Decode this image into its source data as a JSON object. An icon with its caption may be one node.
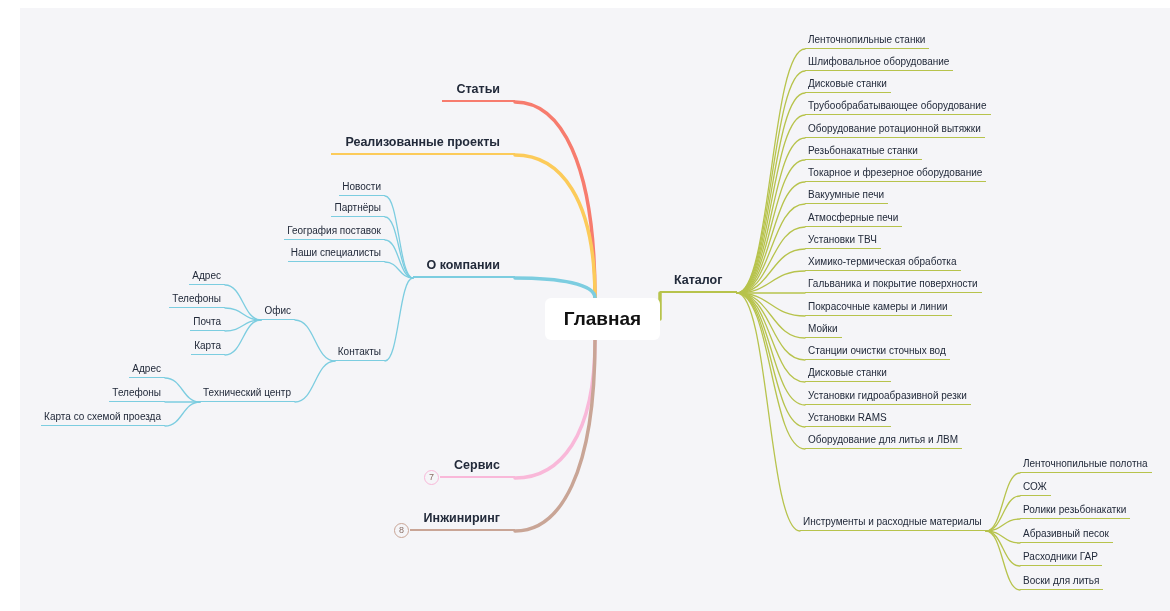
{
  "diagram": {
    "nodes": [
      {
        "text": [
          "Главная"
        ]
      },
      {
        "text": [
          "Статьи"
        ]
      },
      {
        "text": [
          "Реализованные проекты"
        ]
      },
      {
        "text": [
          "О компании"
        ]
      },
      {
        "text": [
          "Новости"
        ]
      },
      {
        "text": [
          "Партнёры"
        ]
      },
      {
        "text": [
          "География поставок"
        ]
      },
      {
        "text": [
          "Наши специалисты"
        ]
      },
      {
        "text": [
          "Контакты"
        ]
      },
      {
        "text": [
          "Офис"
        ]
      },
      {
        "text": [
          "Адрес"
        ]
      },
      {
        "text": [
          "Телефоны"
        ]
      },
      {
        "text": [
          "Почта"
        ]
      },
      {
        "text": [
          "Карта"
        ]
      },
      {
        "text": [
          "Технический центр"
        ]
      },
      {
        "text": [
          "Адрес"
        ]
      },
      {
        "text": [
          "Телефоны"
        ]
      },
      {
        "text": [
          "Карта со схемой проезда"
        ]
      },
      {
        "text": [
          "Сервис"
        ],
        "beside": [
          "7"
        ]
      },
      {
        "text": [
          "Инжиниринг"
        ],
        "beside": [
          "8"
        ]
      },
      {
        "text": [
          "Каталог"
        ]
      },
      {
        "text": [
          "Ленточнопильные станки"
        ]
      },
      {
        "text": [
          "Шлифовальное оборудование"
        ]
      },
      {
        "text": [
          "Дисковые станки"
        ]
      },
      {
        "text": [
          "Трубообрабатывающее оборудование"
        ]
      },
      {
        "text": [
          "Оборудование ротационной вытяжки"
        ]
      },
      {
        "text": [
          "Резьбонакатные станки"
        ]
      },
      {
        "text": [
          "Токарное и фрезерное оборудование"
        ]
      },
      {
        "text": [
          "Вакуумные печи"
        ]
      },
      {
        "text": [
          "Атмосферные печи"
        ]
      },
      {
        "text": [
          "Установки ТВЧ"
        ]
      },
      {
        "text": [
          "Химико-термическая обработка"
        ]
      },
      {
        "text": [
          "Гальваника и покрытие поверхности"
        ]
      },
      {
        "text": [
          "Покрасочные камеры и линии"
        ]
      },
      {
        "text": [
          "Мойки"
        ]
      },
      {
        "text": [
          "Станции очистки сточных вод"
        ]
      },
      {
        "text": [
          "Дисковые станки"
        ]
      },
      {
        "text": [
          "Установки гидроабразивной резки"
        ]
      },
      {
        "text": [
          "Установки RAMS"
        ]
      },
      {
        "text": [
          "Оборудование для литья и ЛВМ"
        ]
      },
      {
        "text": [
          "Инструменты и расходные материалы"
        ]
      },
      {
        "text": [
          "Ленточнопильные полотна"
        ]
      },
      {
        "text": [
          "СОЖ"
        ]
      },
      {
        "text": [
          "Ролики резьбонакатки"
        ]
      },
      {
        "text": [
          "Абразивный песок"
        ]
      },
      {
        "text": [
          "Расходники ГАР"
        ]
      },
      {
        "text": [
          "Воски для литья"
        ]
      }
    ],
    "edges": [
      {
        "from": 0,
        "to": 1,
        "arrow": "none",
        "style": "thick",
        "color": "#f77c6e"
      },
      {
        "from": 0,
        "to": 2,
        "arrow": "none",
        "style": "thick",
        "color": "#fccb5a"
      },
      {
        "from": 0,
        "to": 3,
        "arrow": "none",
        "style": "thick",
        "color": "#7ccde0"
      },
      {
        "from": 3,
        "to": 4,
        "arrow": "none",
        "color": "#7ccde0"
      },
      {
        "from": 3,
        "to": 5,
        "arrow": "none",
        "color": "#7ccde0"
      },
      {
        "from": 3,
        "to": 6,
        "arrow": "none",
        "color": "#7ccde0"
      },
      {
        "from": 3,
        "to": 7,
        "arrow": "none",
        "color": "#7ccde0"
      },
      {
        "from": 3,
        "to": 8,
        "arrow": "none",
        "color": "#7ccde0"
      },
      {
        "from": 8,
        "to": 9,
        "arrow": "none",
        "color": "#7ccde0"
      },
      {
        "from": 9,
        "to": 10,
        "arrow": "none",
        "color": "#7ccde0"
      },
      {
        "from": 9,
        "to": 11,
        "arrow": "none",
        "color": "#7ccde0"
      },
      {
        "from": 9,
        "to": 12,
        "arrow": "none",
        "color": "#7ccde0"
      },
      {
        "from": 9,
        "to": 13,
        "arrow": "none",
        "color": "#7ccde0"
      },
      {
        "from": 8,
        "to": 14,
        "arrow": "none",
        "color": "#7ccde0"
      },
      {
        "from": 14,
        "to": 15,
        "arrow": "none",
        "color": "#7ccde0"
      },
      {
        "from": 14,
        "to": 16,
        "arrow": "none",
        "color": "#7ccde0"
      },
      {
        "from": 14,
        "to": 17,
        "arrow": "none",
        "color": "#7ccde0"
      },
      {
        "from": 0,
        "to": 18,
        "arrow": "none",
        "style": "thick",
        "color": "#f9b8d9"
      },
      {
        "from": 0,
        "to": 19,
        "arrow": "none",
        "style": "thick",
        "color": "#c9a596"
      },
      {
        "from": 0,
        "to": 20,
        "arrow": "none",
        "style": "thick"
      },
      {
        "from": 20,
        "to": 21,
        "arrow": "none"
      },
      {
        "from": 20,
        "to": 22,
        "arrow": "none"
      },
      {
        "from": 20,
        "to": 23,
        "arrow": "none"
      },
      {
        "from": 20,
        "to": 24,
        "arrow": "none"
      },
      {
        "from": 20,
        "to": 25,
        "arrow": "none"
      },
      {
        "from": 20,
        "to": 26,
        "arrow": "none"
      },
      {
        "from": 20,
        "to": 27,
        "arrow": "none"
      },
      {
        "from": 20,
        "to": 28,
        "arrow": "none"
      },
      {
        "from": 20,
        "to": 29,
        "arrow": "none"
      },
      {
        "from": 20,
        "to": 30,
        "arrow": "none"
      },
      {
        "from": 20,
        "to": 31,
        "arrow": "none"
      },
      {
        "from": 20,
        "to": 32,
        "arrow": "none"
      },
      {
        "from": 20,
        "to": 33,
        "arrow": "none"
      },
      {
        "from": 20,
        "to": 34,
        "arrow": "none"
      },
      {
        "from": 20,
        "to": 35,
        "arrow": "none"
      },
      {
        "from": 20,
        "to": 36,
        "arrow": "none"
      },
      {
        "from": 20,
        "to": 37,
        "arrow": "none"
      },
      {
        "from": 20,
        "to": 38,
        "arrow": "none"
      },
      {
        "from": 20,
        "to": 39,
        "arrow": "none"
      },
      {
        "from": 20,
        "to": 40,
        "arrow": "none"
      },
      {
        "from": 40,
        "to": 41,
        "arrow": "none"
      },
      {
        "from": 40,
        "to": 42,
        "arrow": "none"
      },
      {
        "from": 40,
        "to": 43,
        "arrow": "none"
      },
      {
        "from": 40,
        "to": 44,
        "arrow": "none"
      },
      {
        "from": 40,
        "to": 45,
        "arrow": "none"
      },
      {
        "from": 40,
        "to": 46,
        "arrow": "none"
      }
    ]
  }
}
